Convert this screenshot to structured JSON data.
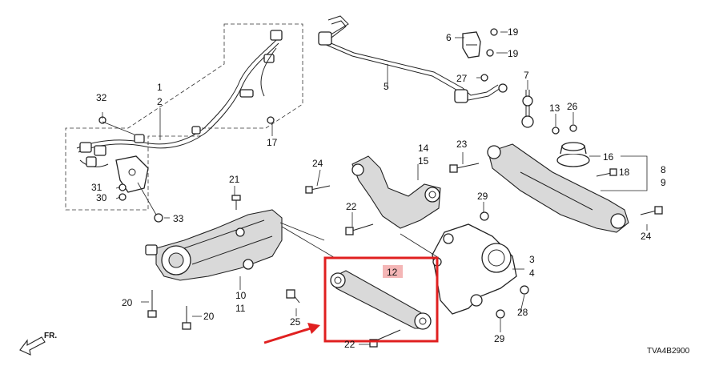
{
  "diagram": {
    "code": "TVA4B2900",
    "direction_label": "FR.",
    "part_labels": [
      "1",
      "2",
      "3",
      "4",
      "5",
      "6",
      "7",
      "8",
      "9",
      "10",
      "11",
      "12",
      "13",
      "14",
      "15",
      "16",
      "17",
      "18",
      "19",
      "19",
      "20",
      "20",
      "21",
      "22",
      "22",
      "23",
      "24",
      "24",
      "25",
      "26",
      "27",
      "28",
      "29",
      "29",
      "30",
      "31",
      "32",
      "33"
    ],
    "highlight_color": "#e02020",
    "callout_fill": "#f4b6b6"
  }
}
